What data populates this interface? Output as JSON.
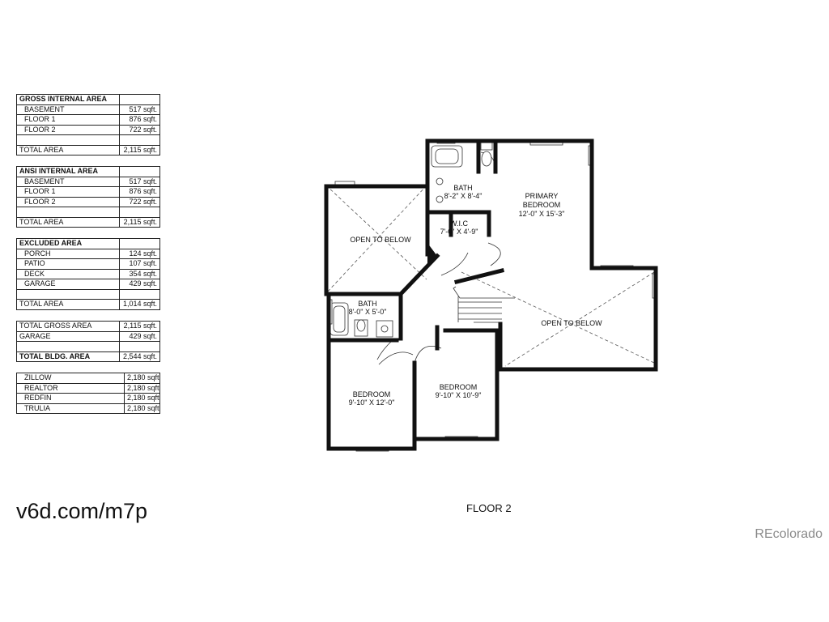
{
  "tables": {
    "gross": {
      "title": "GROSS INTERNAL AREA",
      "rows": [
        {
          "label": "BASEMENT",
          "value": "517 sqft."
        },
        {
          "label": "FLOOR 1",
          "value": "876 sqft."
        },
        {
          "label": "FLOOR 2",
          "value": "722 sqft."
        }
      ],
      "total_label": "TOTAL AREA",
      "total_value": "2,115 sqft."
    },
    "ansi": {
      "title": "ANSI INTERNAL AREA",
      "rows": [
        {
          "label": "BASEMENT",
          "value": "517 sqft."
        },
        {
          "label": "FLOOR 1",
          "value": "876 sqft."
        },
        {
          "label": "FLOOR 2",
          "value": "722 sqft."
        }
      ],
      "total_label": "TOTAL AREA",
      "total_value": "2,115 sqft."
    },
    "excluded": {
      "title": "EXCLUDED AREA",
      "rows": [
        {
          "label": "PORCH",
          "value": "124 sqft."
        },
        {
          "label": "PATIO",
          "value": "107 sqft."
        },
        {
          "label": "DECK",
          "value": "354 sqft."
        },
        {
          "label": "GARAGE",
          "value": "429 sqft."
        }
      ],
      "total_label": "TOTAL AREA",
      "total_value": "1,014 sqft."
    },
    "summary": {
      "gross_label": "TOTAL GROSS AREA",
      "gross_value": "2,115 sqft.",
      "garage_label": "GARAGE",
      "garage_value": "429 sqft.",
      "bldg_label": "TOTAL BLDG. AREA",
      "bldg_value": "2,544 sqft."
    },
    "sites": {
      "rows": [
        {
          "label": "ZILLOW",
          "value": "2,180 sqft."
        },
        {
          "label": "REALTOR",
          "value": "2,180 sqft."
        },
        {
          "label": "REDFIN",
          "value": "2,180 sqft."
        },
        {
          "label": "TRULIA",
          "value": "2,180 sqft."
        }
      ]
    }
  },
  "rooms": {
    "bath_upper": {
      "name": "BATH",
      "dims": "8'-2\" X 8'-4\""
    },
    "wic": {
      "name": "W.I.C",
      "dims": "7'-0\" X 4'-9\""
    },
    "primary": {
      "name1": "PRIMARY",
      "name2": "BEDROOM",
      "dims": "12'-0\" X 15'-3\""
    },
    "open_left": {
      "name": "OPEN TO BELOW"
    },
    "open_right": {
      "name": "OPEN TO BELOW"
    },
    "bath_lower": {
      "name": "BATH",
      "dims": "8'-0\" X 5'-0\""
    },
    "bedroom_left": {
      "name": "BEDROOM",
      "dims": "9'-10\" X 12'-0\""
    },
    "bedroom_right": {
      "name": "BEDROOM",
      "dims": "9'-10\" X 10'-9\""
    }
  },
  "footer": {
    "url": "v6d.com/m7p",
    "floor_label": "FLOOR 2",
    "brand": "REcolorado"
  }
}
